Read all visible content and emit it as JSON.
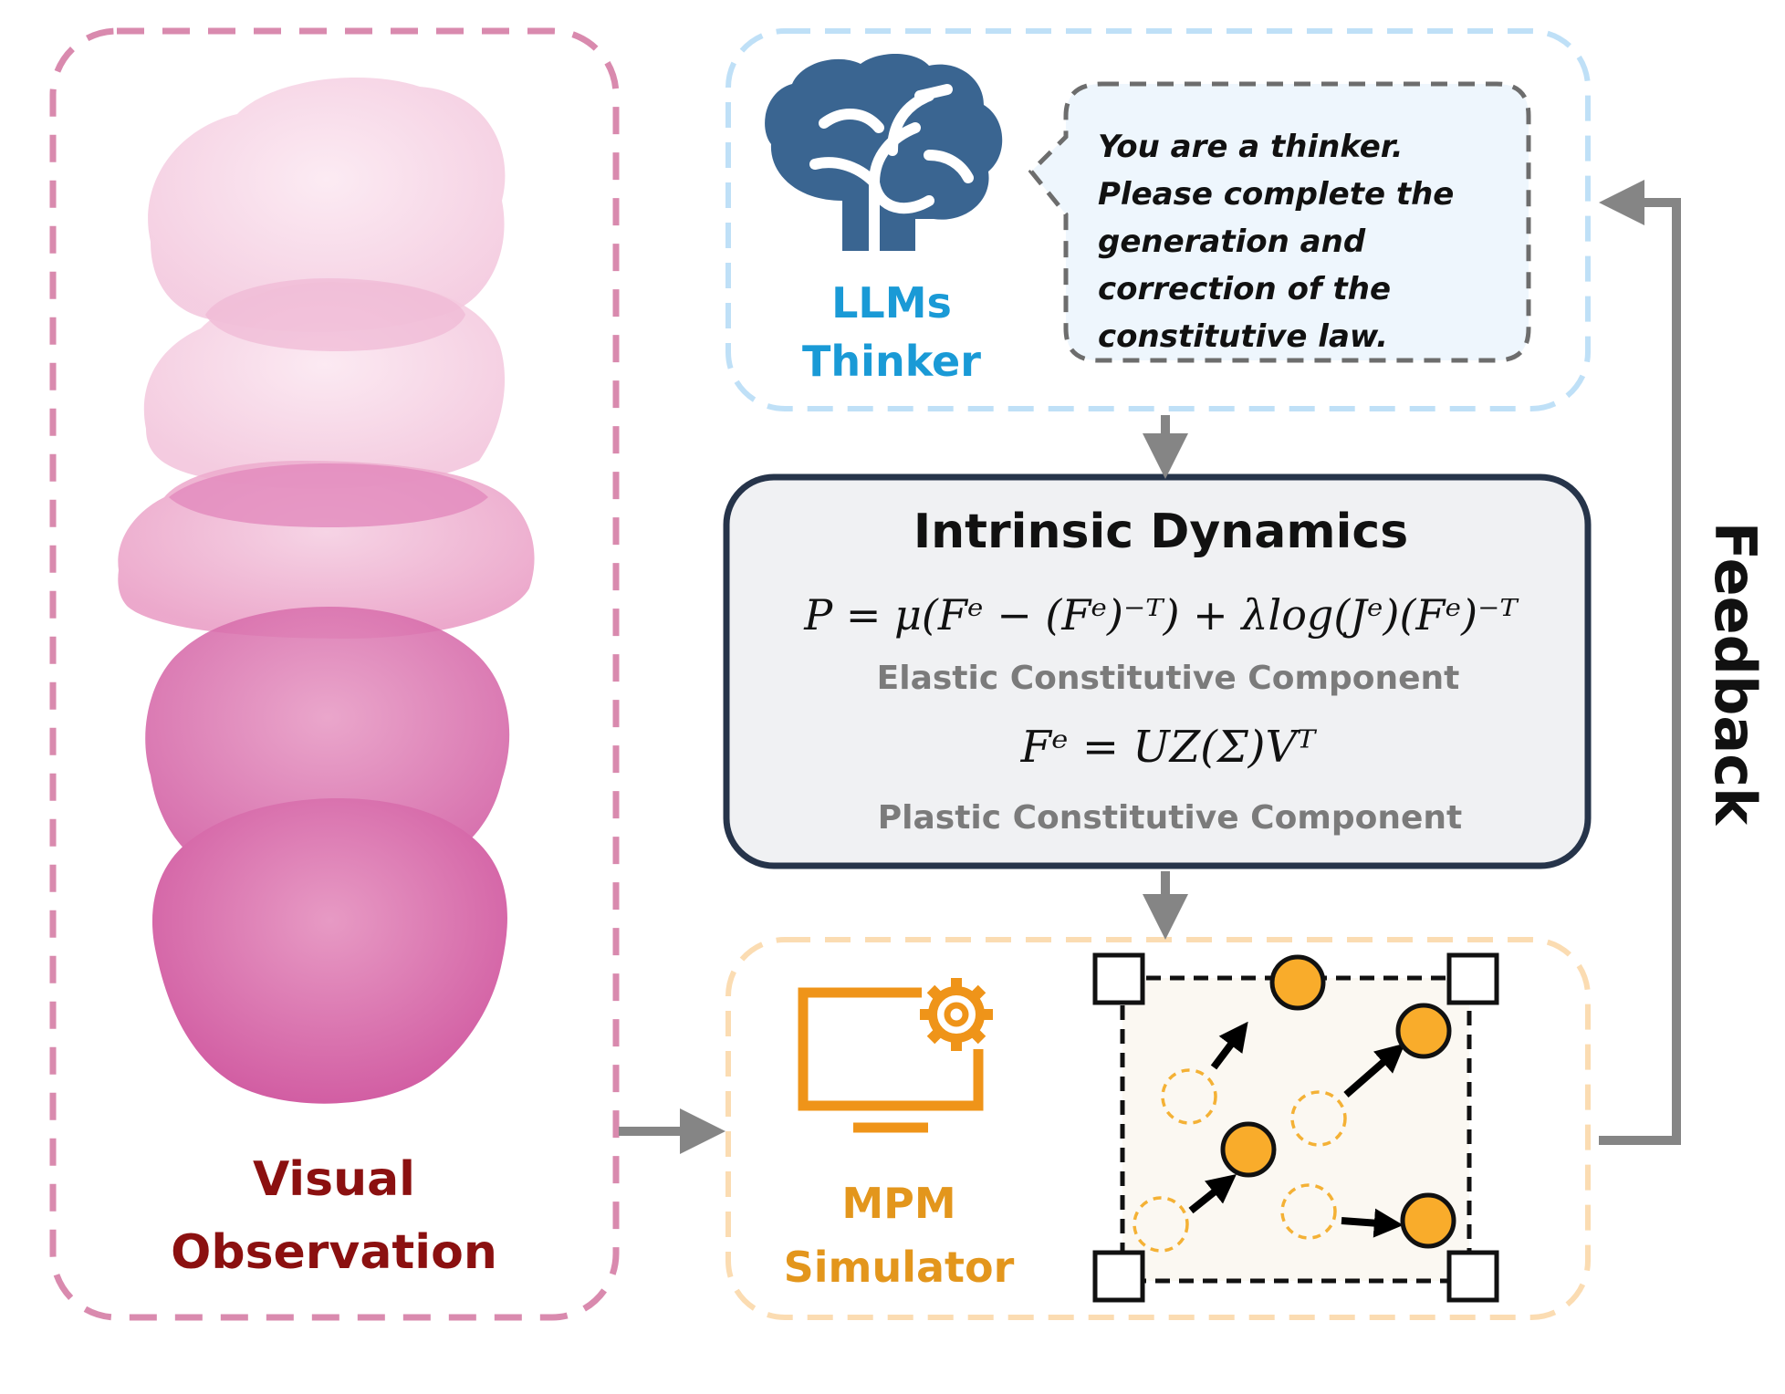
{
  "visual_observation": {
    "label_line1": "Visual",
    "label_line2": "Observation"
  },
  "thinker": {
    "label_line1": "LLMs",
    "label_line2": "Thinker",
    "prompt": "You are a thinker. Please complete the generation and correction of the constitutive law."
  },
  "dynamics": {
    "title": "Intrinsic Dynamics",
    "elastic_equation": "P = μ(Fᵉ − (Fᵉ)⁻ᵀ) + λlog(Jᵉ)(Fᵉ)⁻ᵀ",
    "elastic_caption": "Elastic Constitutive Component",
    "plastic_equation": "Fᵉ = UZ(Σ)Vᵀ",
    "plastic_caption": "Plastic Constitutive Component"
  },
  "simulator": {
    "label_line1": "MPM",
    "label_line2": "Simulator"
  },
  "feedback": {
    "label": "Feedback"
  },
  "colors": {
    "observation_border": "#d98aae",
    "observation_text": "#8b1010",
    "thinker_border": "#bfe0f7",
    "thinker_text": "#1a9ad6",
    "brain": "#3a6591",
    "bubble_fill": "#eef6fd",
    "bubble_border": "#6d6d6d",
    "dynamics_fill": "#f0f1f3",
    "dynamics_border": "#26344a",
    "caption_text": "#7b7b7b",
    "simulator_border": "#fbdcb2",
    "simulator_text": "#e3961c",
    "monitor": "#ef9419",
    "particle": "#f9ac2b",
    "arrow": "#858585",
    "blob_light": "#f4c9df",
    "blob_dark": "#d86aab"
  },
  "icons": [
    "brain-icon",
    "monitor-gear-icon",
    "grid-cell-icon",
    "particle-icon"
  ]
}
